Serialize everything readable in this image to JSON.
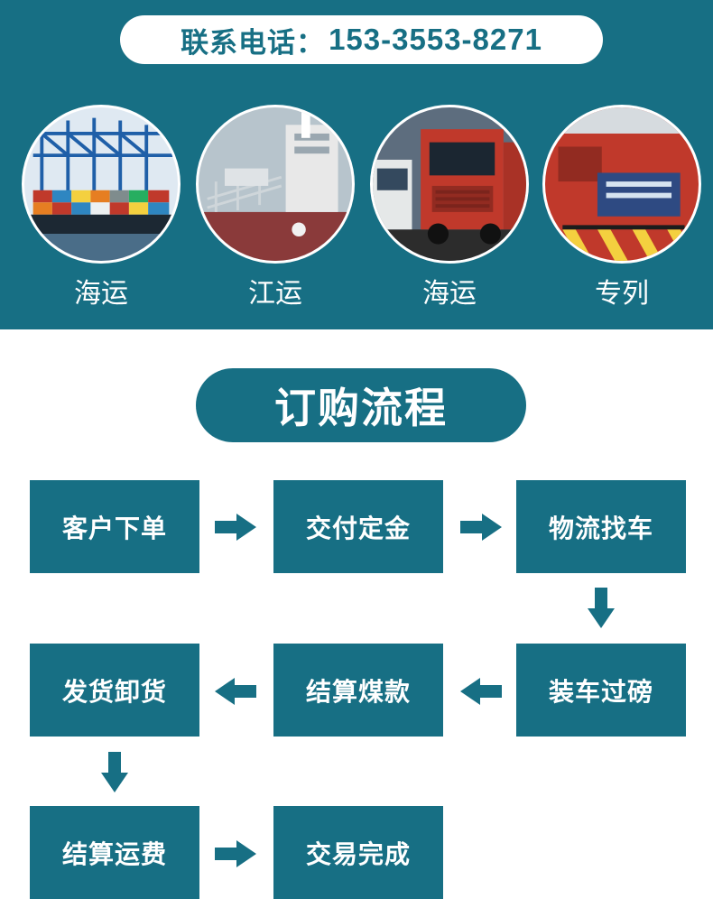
{
  "contact": {
    "label": "联系电话：",
    "phone": "153-3553-8271"
  },
  "transport": [
    {
      "caption": "海运",
      "image": "container-ship-port"
    },
    {
      "caption": "江运",
      "image": "tanker-ship-dock"
    },
    {
      "caption": "海运",
      "image": "red-truck"
    },
    {
      "caption": "专列",
      "image": "freight-train"
    }
  ],
  "process": {
    "title": "订购流程",
    "steps": [
      "客户下单",
      "交付定金",
      "物流找车",
      "装车过磅",
      "结算煤款",
      "发货卸货",
      "结算运费",
      "交易完成"
    ]
  },
  "colors": {
    "primary": "#176f84",
    "background": "#ffffff",
    "text_on_primary": "#ffffff"
  }
}
